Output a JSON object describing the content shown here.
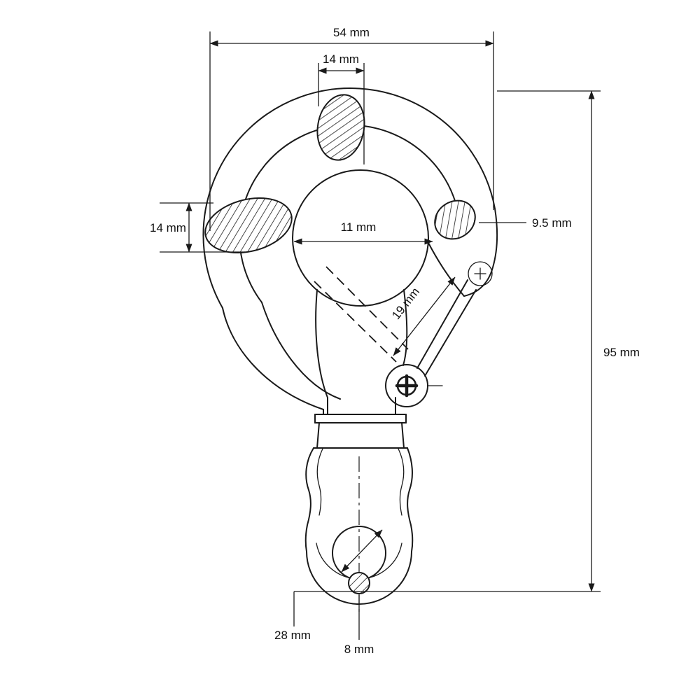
{
  "drawing": {
    "type": "technical-dimension-drawing",
    "subject": "safety snap hook with swivel eye",
    "labels": {
      "overall_width": "54 mm",
      "top_cross_section": "14 mm",
      "side_cross_section": "14 mm",
      "throat_opening": "11 mm",
      "tip_cross_section": "9.5 mm",
      "latch_length": "19 mm",
      "overall_height": "95 mm",
      "eye_diameter": "28 mm",
      "pin_diameter": "8 mm"
    },
    "colors": {
      "line": "#1a1a1a",
      "background": "#ffffff"
    }
  }
}
